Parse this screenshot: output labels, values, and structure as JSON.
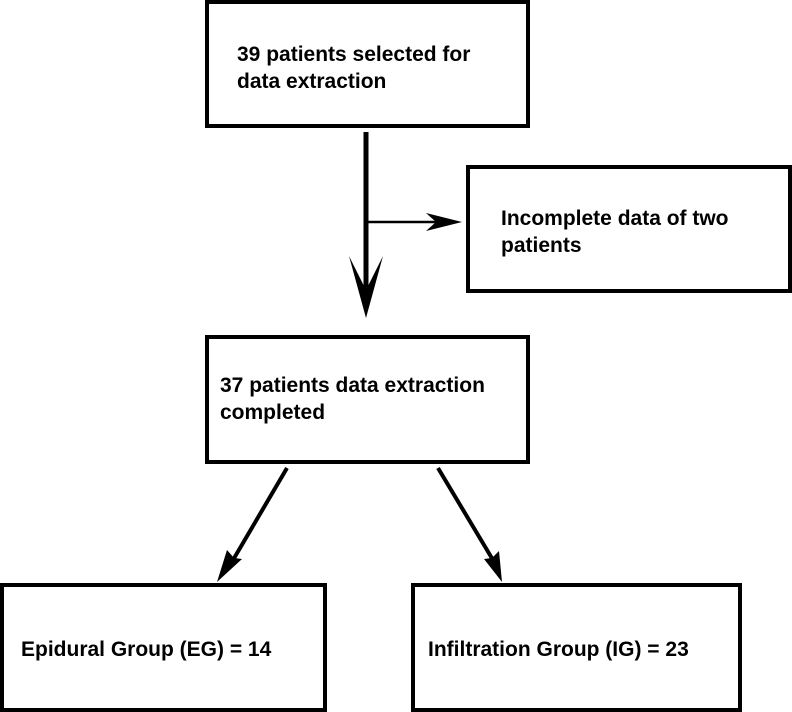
{
  "flowchart": {
    "selected": "39 patients selected for\ndata extraction",
    "excluded": "Incomplete data of two\npatients",
    "completed": "37 patients data extraction\ncompleted",
    "epidural": "Epidural Group (EG) = 14",
    "infiltration": "Infiltration Group (IG) = 23"
  },
  "colors": {
    "line": "#000000",
    "background": "#ffffff"
  }
}
